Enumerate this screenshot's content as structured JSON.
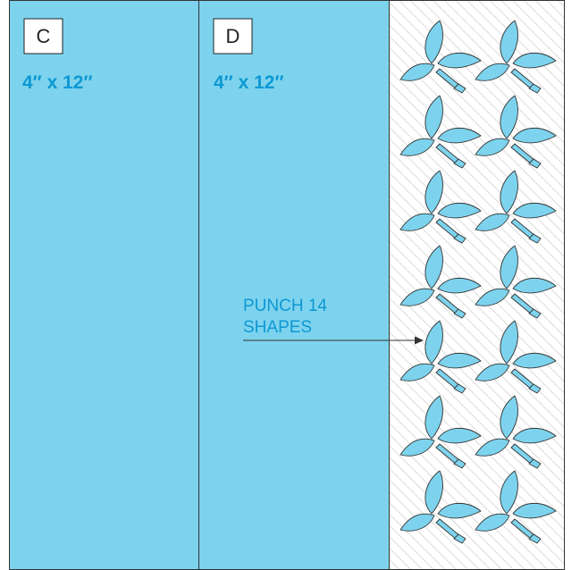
{
  "panels": [
    {
      "tag": "C",
      "dimensions": "4″ x 12″"
    },
    {
      "tag": "D",
      "dimensions": "4″ x 12″"
    }
  ],
  "callout": {
    "line1": "PUNCH 14",
    "line2": "SHAPES"
  },
  "punch_grid": {
    "columns": 2,
    "rows": 7,
    "shape_icon": "leaf-sprig-icon"
  },
  "colors": {
    "panel_fill": "#7dd3ed",
    "outline": "#333333",
    "label_blue": "#0d98d4",
    "hatch_line": "#c4c4c4"
  }
}
